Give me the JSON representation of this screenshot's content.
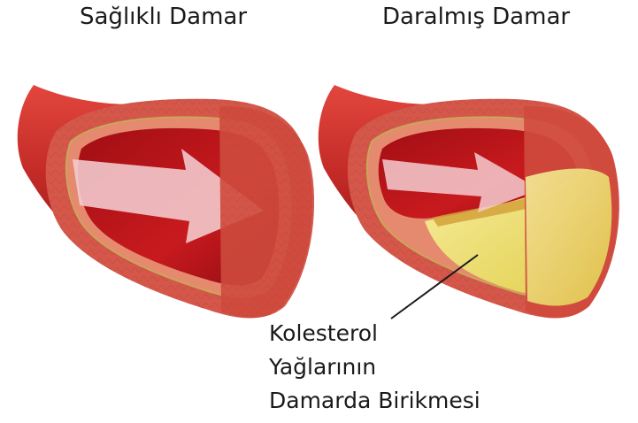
{
  "titles": {
    "healthy": "Sağlıklı Damar",
    "narrowed": "Daralmış Damar"
  },
  "caption_lines": [
    "Kolesterol",
    "Yağlarının",
    "Damarda Birikmesi"
  ],
  "colors": {
    "vessel_outer": "#c8312b",
    "vessel_wall": "#d9604f",
    "lumen": "#b0141a",
    "arrow": "#f2c6c9",
    "plaque": "#eee17a"
  }
}
